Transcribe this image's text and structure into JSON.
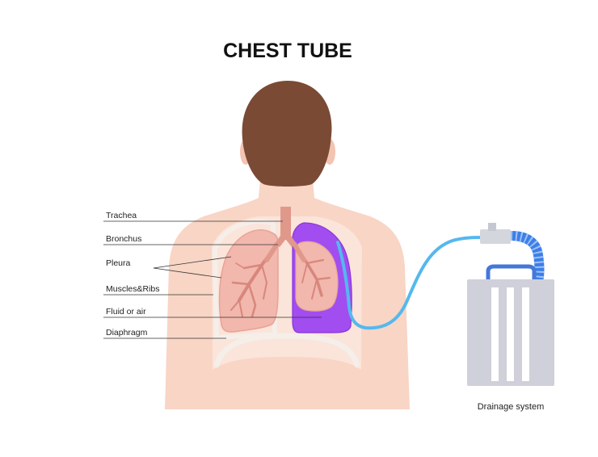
{
  "title": "CHEST TUBE",
  "labels": {
    "trachea": "Trachea",
    "bronchus": "Bronchus",
    "pleura": "Pleura",
    "muscles_ribs": "Muscles&Ribs",
    "fluid_or_air": "Fluid or air",
    "diaphragm": "Diaphragm",
    "drainage_system": "Drainage system"
  },
  "colors": {
    "skin": "#f8d5c5",
    "hair": "#7a4a34",
    "chest_cavity": "#fbe4d9",
    "pleura_outline": "#f5eee9",
    "lung": "#f2b7ad",
    "airway": "#d8877c",
    "fluid": "#a14df0",
    "tube": "#55b8ee",
    "hose": "#3d7fe8",
    "container": "#cfd0d9",
    "container_handle": "#4577d9"
  }
}
